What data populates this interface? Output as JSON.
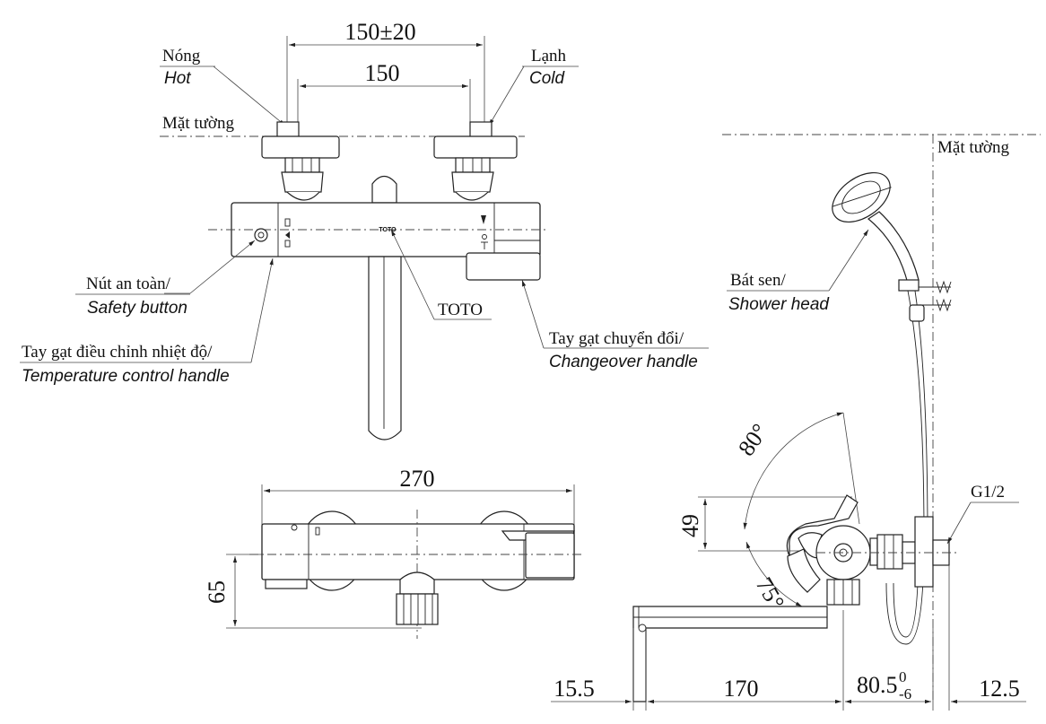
{
  "dimensions": {
    "d_150pm20": "150±20",
    "d_150": "150",
    "d_270": "270",
    "d_65": "65",
    "d_49": "49",
    "d_80deg": "80°",
    "d_75deg": "75°",
    "d_15_5": "15.5",
    "d_170": "170",
    "d_80_5_base": "80.5",
    "d_80_5_sup": "0",
    "d_80_5_sub": "-6",
    "d_12_5": "12.5",
    "g12": "G1/2"
  },
  "labels": {
    "hot_vi": "Nóng",
    "hot_en": "Hot",
    "cold_vi": "Lạnh",
    "cold_en": "Cold",
    "wall_top": "Mặt tường",
    "wall_side": "Mặt tường",
    "safety_vi": "Nút an toàn/",
    "safety_en": "Safety button",
    "brand": "TOTO",
    "temp_vi": "Tay gạt điều chỉnh nhiệt độ/",
    "temp_en": "Temperature control handle",
    "change_vi": "Tay gạt chuyển đổi/",
    "change_en": "Changeover handle",
    "shower_vi": "Bát sen/",
    "shower_en": "Shower head"
  }
}
